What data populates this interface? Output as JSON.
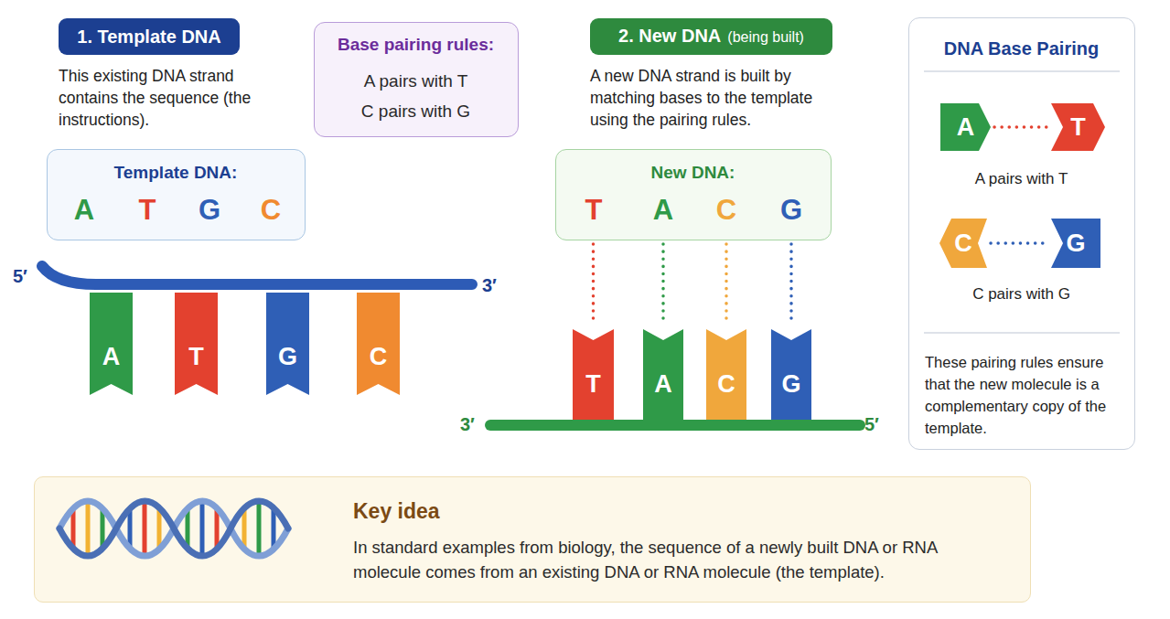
{
  "diagram": {
    "nodes": [
      {
        "text": [
          "1. Template DNA"
        ]
      },
      {
        "text": [
          "Base pairing rules:",
          "A pairs with T",
          "C pairs with G"
        ]
      },
      {
        "text": [
          "2. New DNA",
          "(being built)"
        ]
      },
      {
        "text": [
          "DNA Base Pairing",
          "A pairs with T",
          "C pairs with G",
          "These pairing rules ensure that the new molecule is a complementary copy of the template."
        ]
      },
      {
        "text": [
          "A"
        ],
        "in": 3
      },
      {
        "text": [
          "T"
        ],
        "in": 3
      },
      {
        "text": [
          "C"
        ],
        "in": 3
      },
      {
        "text": [
          "G"
        ],
        "in": 3
      },
      {
        "text": [
          "Template DNA:",
          "A",
          "T",
          "G",
          "C"
        ]
      },
      {
        "text": [
          "New DNA:",
          "T",
          "A",
          "C",
          "G"
        ]
      },
      {
        "text": [
          "A"
        ]
      },
      {
        "text": [
          "T"
        ]
      },
      {
        "text": [
          "G"
        ]
      },
      {
        "text": [
          "C"
        ]
      },
      {
        "text": [
          "T"
        ]
      },
      {
        "text": [
          "A"
        ]
      },
      {
        "text": [
          "C"
        ]
      },
      {
        "text": [
          "G"
        ]
      },
      {
        "text": [
          "Key idea",
          "In standard examples from biology, the sequence of a newly built DNA or RNA molecule comes from an existing DNA or RNA molecule (the template)."
        ]
      }
    ],
    "edges": [
      {
        "from": 9,
        "to": 14,
        "arrow": "none"
      },
      {
        "from": 9,
        "to": 15,
        "arrow": "none"
      },
      {
        "from": 9,
        "to": 16,
        "arrow": "none"
      },
      {
        "from": 9,
        "to": 17,
        "arrow": "none"
      },
      {
        "from": 4,
        "to": 5,
        "arrow": "none"
      },
      {
        "from": 6,
        "to": 7,
        "arrow": "none"
      }
    ],
    "labels": [
      "This existing DNA strand contains the sequence (the instructions).",
      "A new DNA strand is built by matching bases to the template using the pairing rules.",
      "5′",
      "3′",
      "3′",
      "5′"
    ]
  }
}
